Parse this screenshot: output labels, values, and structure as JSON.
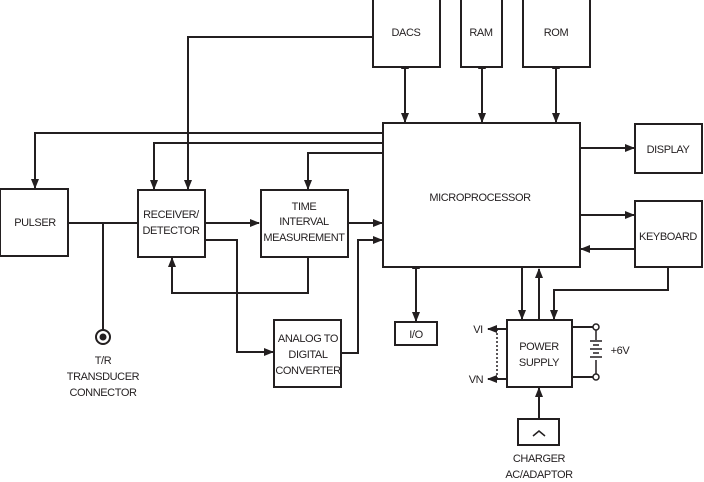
{
  "blocks": {
    "dacs": "DACS",
    "ram": "RAM",
    "rom": "ROM",
    "microprocessor": "MICROPROCESSOR",
    "display": "DISPLAY",
    "keyboard": "KEYBOARD",
    "pulser": "PULSER",
    "receiver": [
      "RECEIVER/",
      "DETECTOR"
    ],
    "time_interval": [
      "TIME",
      "INTERVAL",
      "MEASUREMENT"
    ],
    "adc": [
      "ANALOG TO",
      "DIGITAL",
      "CONVERTER"
    ],
    "io": "I/O",
    "power_supply": [
      "POWER",
      "SUPPLY"
    ],
    "charger": [
      "CHARGER",
      "AC/ADAPTOR"
    ]
  },
  "labels": {
    "transducer": [
      "T/R",
      "TRANSDUCER",
      "CONNECTOR"
    ],
    "vi": "VI",
    "vn": "VN",
    "battery": "+6V"
  },
  "colors": {
    "line": "#231f20",
    "background": "#ffffff"
  }
}
